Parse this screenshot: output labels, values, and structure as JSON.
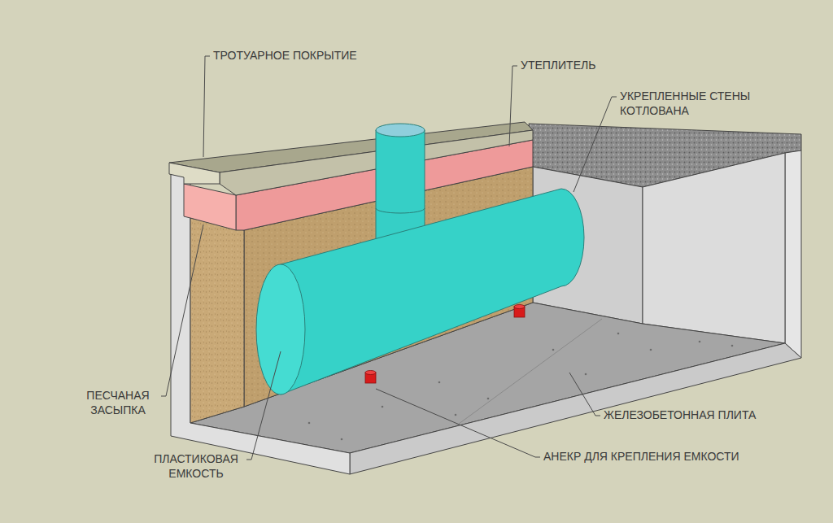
{
  "diagram": {
    "labels": [
      "ТРОТУАРНОЕ ПОКРЫТИЕ",
      "УТЕПЛИТЕЛЬ",
      "УКРЕПЛЕННЫЕ СТЕНЫ КОТЛОВАНА",
      "ПЕСЧАНАЯ ЗАСЫПКА",
      "ЖЕЛЕЗОБЕТОННАЯ ПЛИТА",
      "ПЛАСТИКОВАЯ ЕМКОСТЬ",
      "АНЕКР ДЛЯ КРЕПЛЕНИЯ ЕМКОСТИ"
    ]
  }
}
